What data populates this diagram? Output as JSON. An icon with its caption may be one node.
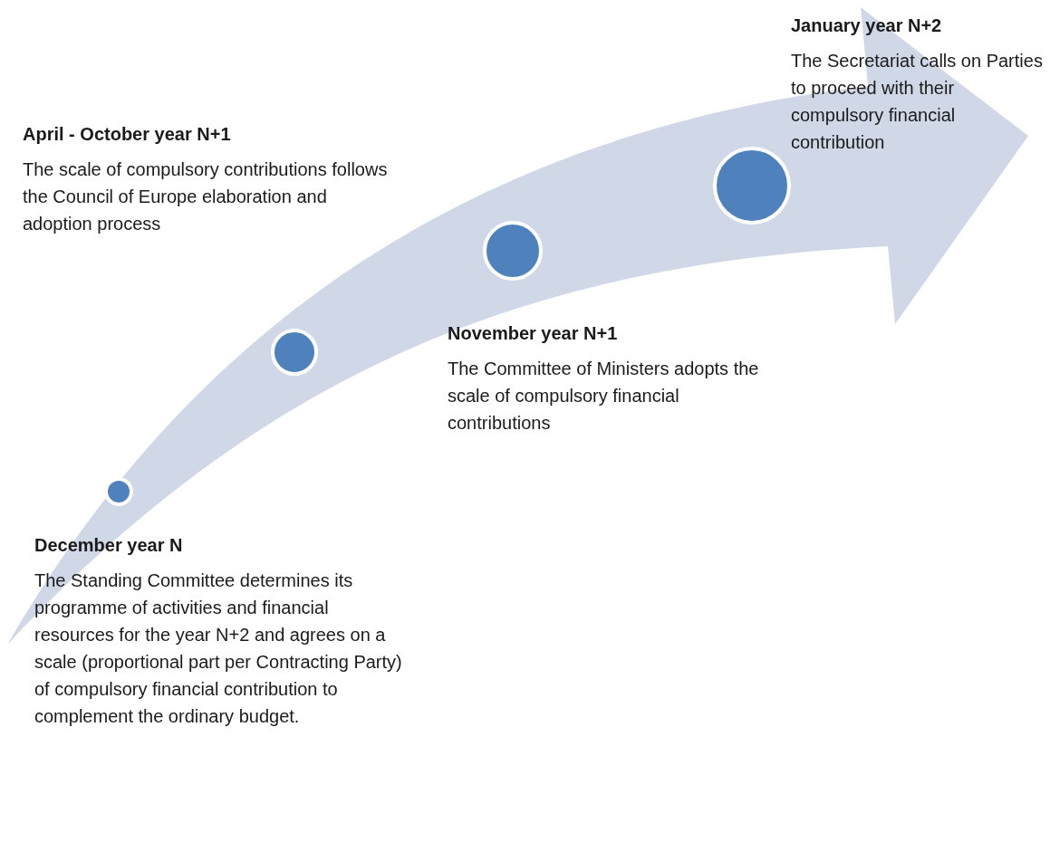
{
  "diagram": {
    "nodes": [
      {
        "text": [],
        "shape": "circle",
        "beside": [
          "December year N",
          "The Standing Committee determines its programme of activities  and financial resources for the year N+2 and agrees on a scale  (proportional part per Contracting Party) of compulsory financial contribution to complement the ordinary budget."
        ]
      },
      {
        "text": [],
        "shape": "circle",
        "beside": [
          "April - October year N+1",
          "The scale of compulsory contributions follows the Council of Europe elaboration and adoption process"
        ]
      },
      {
        "text": [],
        "shape": "circle",
        "beside": [
          "November year N+1",
          "The Committee of Ministers adopts the scale of compulsory financial contributions"
        ]
      },
      {
        "text": [],
        "shape": "circle",
        "beside": [
          "January year N+2",
          "The Secretariat calls on Parties to proceed with their compulsory financial contribution"
        ]
      }
    ]
  }
}
